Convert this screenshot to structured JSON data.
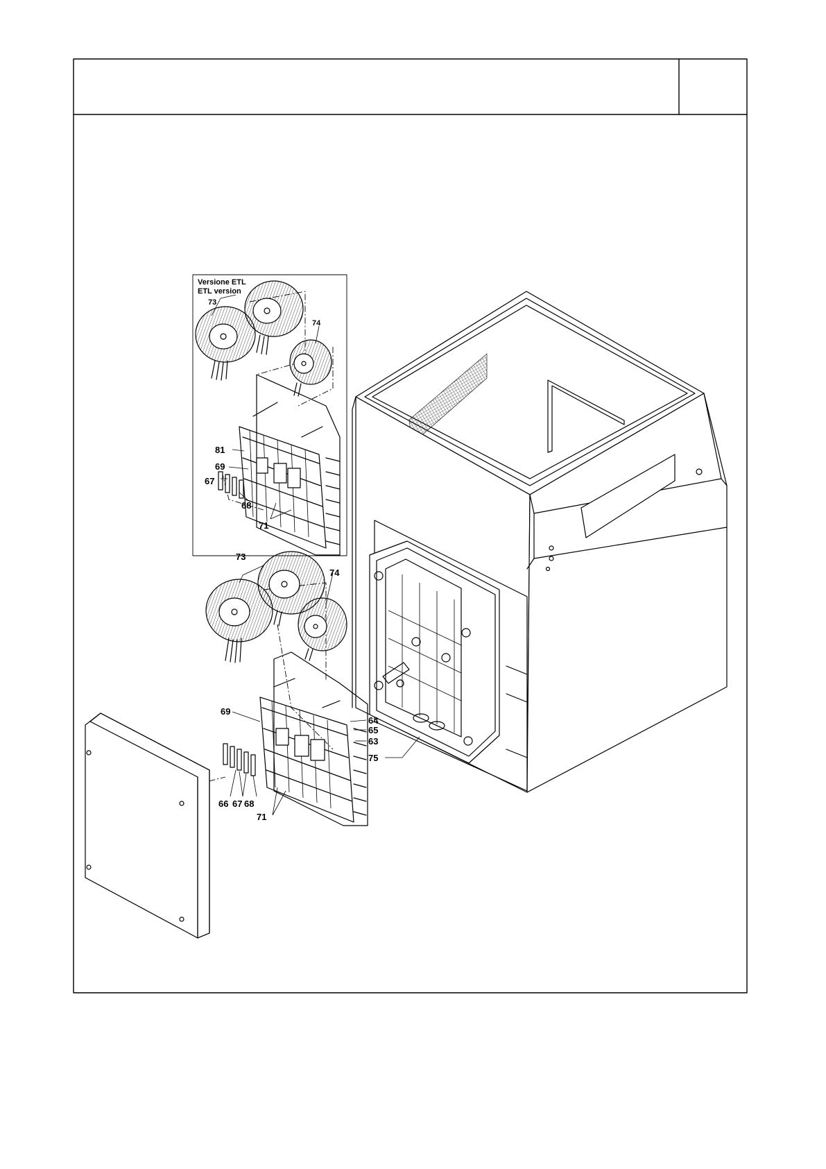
{
  "frame": {
    "title": "",
    "page_box": ""
  },
  "inset": {
    "title_line1": "Versione ETL",
    "title_line2": "ETL version"
  },
  "labels": {
    "inset_73": "73",
    "inset_74": "74",
    "inset_81": "81",
    "inset_69": "69",
    "inset_67": "67",
    "inset_68": "68",
    "inset_71": "71",
    "main_73": "73",
    "main_74": "74",
    "main_69": "69",
    "main_64": "64",
    "main_65": "65",
    "main_63": "63",
    "main_75": "75",
    "main_66": "66",
    "main_67": "67",
    "main_68": "68",
    "main_71": "71"
  }
}
